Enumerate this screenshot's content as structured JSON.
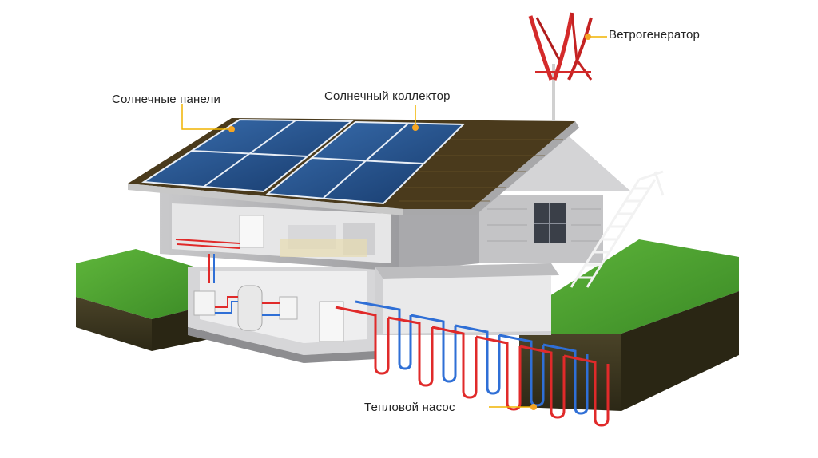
{
  "labels": {
    "wind_generator": "Ветрогенератор",
    "solar_panels": "Солнечные панели",
    "solar_collector": "Солнечный коллектор",
    "heat_pump": "Тепловой насос"
  },
  "colors": {
    "callout_line": "#f0b400",
    "callout_dot": "#f5a623",
    "grass": "#4a9a2f",
    "soil": "#3f3a22",
    "roof": "#4a3a1c",
    "solar_panel": "#1f4f86",
    "wall": "#b9b9bb",
    "pipe_hot": "#e02a2a",
    "pipe_cold": "#2f6fd6",
    "turbine": "#d42a2a"
  }
}
